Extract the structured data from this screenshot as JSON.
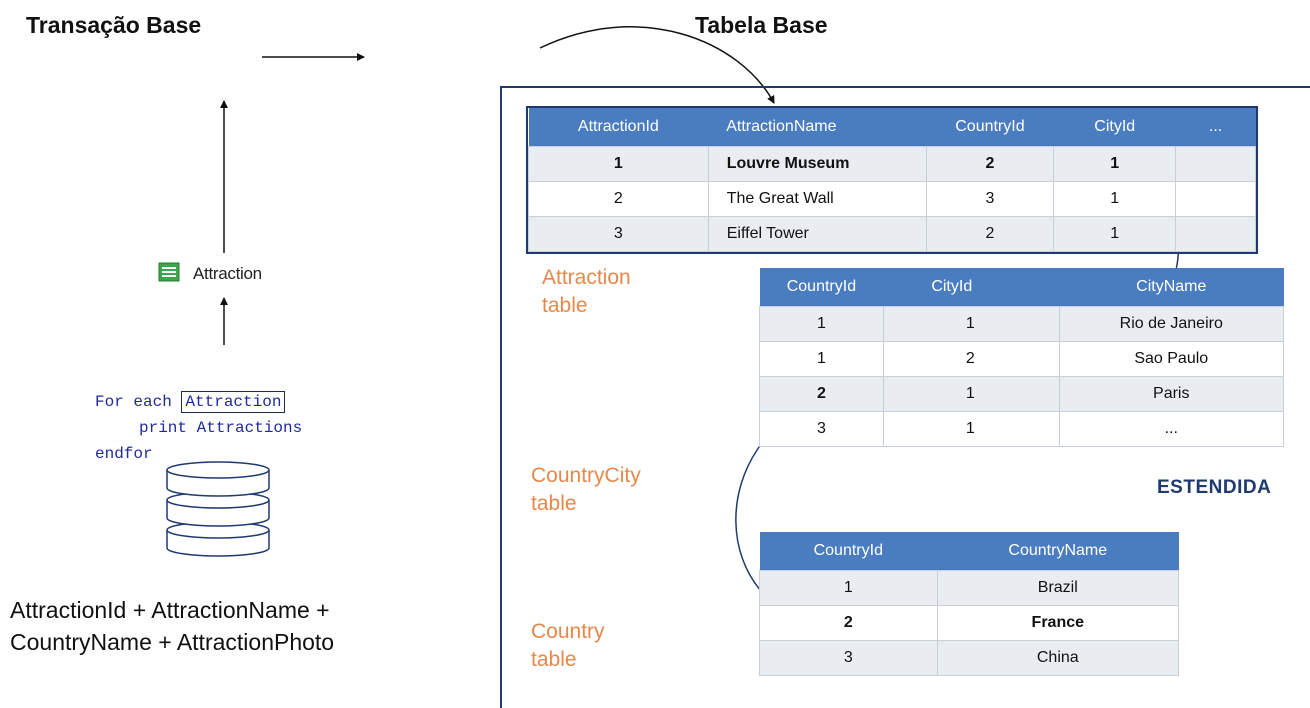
{
  "headings": {
    "left": "Transação Base",
    "right": "Tabela Base"
  },
  "transaction": {
    "icon": "table-grid-icon",
    "label": "Attraction"
  },
  "code": {
    "line1_keyword": "For each",
    "line1_target": "Attraction",
    "line2": "print Attractions",
    "line3": "endfor"
  },
  "fields_text": {
    "line1": "AttractionId + AttractionName +",
    "line2": "CountryName + AttractionPhoto"
  },
  "attraction_table": {
    "label_line1": "Attraction",
    "label_line2": "table",
    "headers": [
      "AttractionId",
      "AttractionName",
      "CountryId",
      "CityId",
      "..."
    ],
    "rows": [
      [
        "1",
        "Louvre Museum",
        "2",
        "1",
        ""
      ],
      [
        "2",
        "The Great Wall",
        "3",
        "1",
        ""
      ],
      [
        "3",
        "Eiffel Tower",
        "2",
        "1",
        ""
      ]
    ]
  },
  "countrycity_table": {
    "label_line1": "CountryCity",
    "label_line2": "table",
    "headers": [
      "CountryId",
      "CityId",
      "CityName"
    ],
    "rows": [
      [
        "1",
        "1",
        "Rio de Janeiro"
      ],
      [
        "1",
        "2",
        "Sao Paulo"
      ],
      [
        "2",
        "1",
        "Paris"
      ],
      [
        "3",
        "1",
        "..."
      ]
    ]
  },
  "country_table": {
    "label_line1": "Country",
    "label_line2": "table",
    "headers": [
      "CountryId",
      "CountryName"
    ],
    "rows": [
      [
        "1",
        "Brazil"
      ],
      [
        "2",
        "France"
      ],
      [
        "3",
        "China"
      ]
    ]
  },
  "extended_label": "ESTENDIDA",
  "colors": {
    "header_blue": "#4a7cc0",
    "frame_navy": "#1f3a6e",
    "label_orange": "#e8874a",
    "row_gray": "#e9ecf1",
    "code_blue": "#1f2a9c"
  }
}
